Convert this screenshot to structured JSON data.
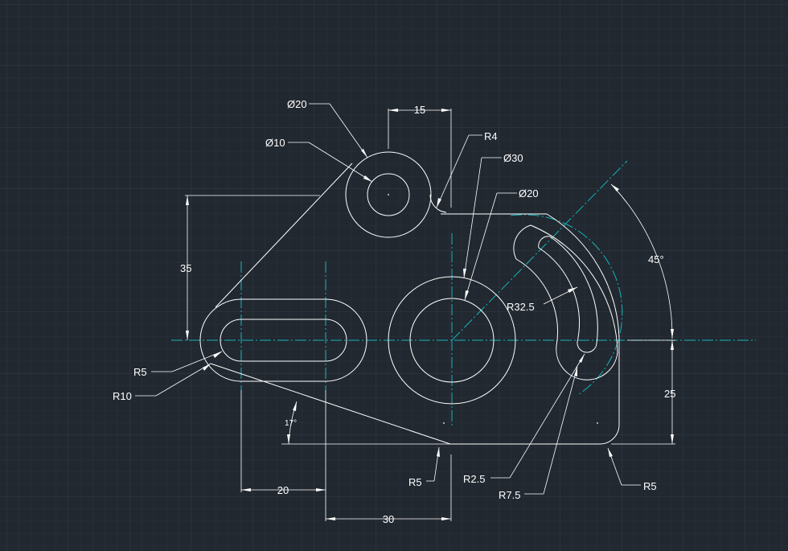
{
  "dimensions": {
    "dia_20_top": "Ø20",
    "dia_10": "Ø10",
    "len_15": "15",
    "r4": "R4",
    "dia_30": "Ø30",
    "dia_20_right": "Ø20",
    "len_35": "35",
    "angle_45": "45°",
    "r32_5": "R32.5",
    "r5_left": "R5",
    "r10": "R10",
    "angle_17": "17°",
    "len_25": "25",
    "r5_bottom": "R5",
    "r2_5": "R2.5",
    "r7_5": "R7.5",
    "r5_right": "R5",
    "len_20": "20",
    "len_30": "30"
  },
  "colors": {
    "background": "#212830",
    "grid_minor": "#2b333d",
    "grid_major": "#343d48",
    "geometry": "#ffffff",
    "centerline": "#16b4b8"
  }
}
